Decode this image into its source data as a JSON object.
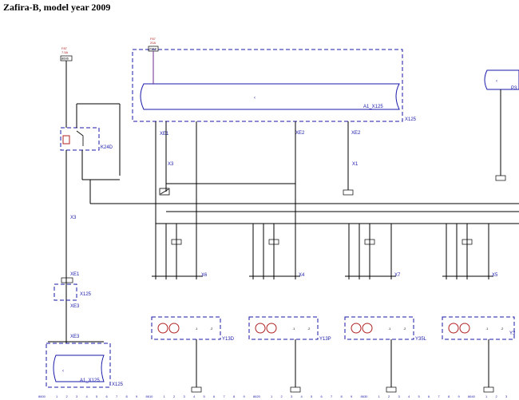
{
  "title": "Zafira-B, model year 2009",
  "colors": {
    "wire": "#000000",
    "component_outline": "#1a1aaa",
    "supply_wire": "#6a2a8a",
    "label_blue": "#1a1aaa",
    "label_red": "#b02020"
  },
  "fuses": [
    {
      "id": "F87",
      "rating": "7.5A",
      "code": "8606"
    },
    {
      "id": "F67",
      "rating": "20A",
      "code": "2313"
    }
  ],
  "components": {
    "ecu": {
      "label": "A1_X125",
      "connector": "X125",
      "icon": "control-unit-icon"
    },
    "ecu_bottom": {
      "label": "A1_X125",
      "connector": "X125",
      "icon": "control-unit-icon"
    },
    "p3": {
      "label": "P3",
      "icon": "control-unit-icon"
    },
    "relay": {
      "label": "K24D"
    },
    "injectors": [
      {
        "label": "Y13D",
        "connector": "X6",
        "pins": [
          ".1",
          ".2"
        ]
      },
      {
        "label": "Y13P",
        "connector": "X4",
        "pins": [
          ".1",
          ".2"
        ]
      },
      {
        "label": "Y35L",
        "connector": "X7",
        "pins": [
          ".1",
          ".2"
        ]
      },
      {
        "label": "Y3",
        "connector": "X5",
        "pins": [
          ".1",
          ".2"
        ]
      }
    ]
  },
  "connectors": [
    "XE1",
    "XE2",
    "XE2",
    "X3",
    "X1",
    "X3",
    "XE1",
    "X125",
    "XE3",
    "XE3"
  ],
  "ruler": {
    "segments": [
      {
        "start": "8600",
        "nums": [
          "1",
          "2",
          "3",
          "4",
          "5",
          "6",
          "7",
          "8",
          "9"
        ]
      },
      {
        "start": "8610",
        "nums": [
          "1",
          "2",
          "3",
          "4",
          "5",
          "6",
          "7",
          "8",
          "9"
        ]
      },
      {
        "start": "8620",
        "nums": [
          "1",
          "2",
          "3",
          "4",
          "5",
          "6",
          "7",
          "8",
          "9"
        ]
      },
      {
        "start": "8630",
        "nums": [
          "1",
          "2",
          "3",
          "4",
          "5",
          "6",
          "7",
          "8",
          "9"
        ]
      },
      {
        "start": "8640",
        "nums": [
          "1",
          "2",
          "3"
        ]
      }
    ]
  }
}
